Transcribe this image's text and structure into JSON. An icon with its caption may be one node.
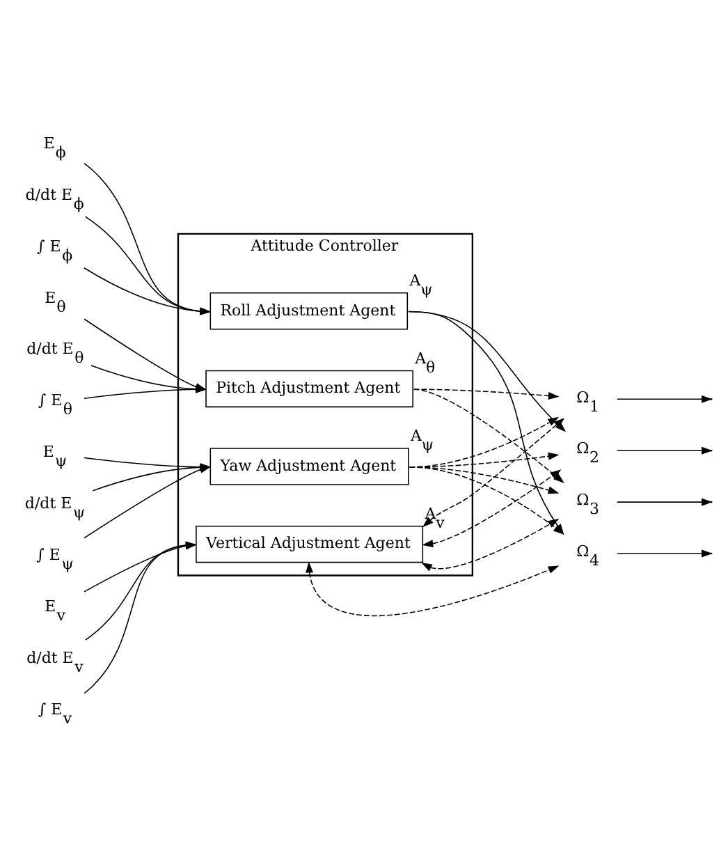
{
  "diagram": {
    "nodes": [
      {
        "text": [
          "Attitude Controller"
        ]
      },
      {
        "text": [
          "Roll Adjustment Agent"
        ],
        "in": 0,
        "beside": [
          "A$_{ψ}$"
        ]
      },
      {
        "text": [
          "Pitch Adjustment Agent"
        ],
        "in": 0,
        "beside": [
          "A$_{θ}$"
        ]
      },
      {
        "text": [
          "Yaw Adjustment Agent"
        ],
        "in": 0,
        "beside": [
          "A$_{ψ}$"
        ]
      },
      {
        "text": [
          "Vertical Adjustment Agent"
        ],
        "in": 0,
        "beside": [
          "A$_{v}$"
        ]
      },
      {
        "text": [
          "E$_{ϕ}$"
        ]
      },
      {
        "text": [
          "d/dt E$_{ϕ}$"
        ]
      },
      {
        "text": [
          "∫ E$_{ϕ}$"
        ]
      },
      {
        "text": [
          "E$_{θ}$"
        ]
      },
      {
        "text": [
          "d/dt E$_{θ}$"
        ]
      },
      {
        "text": [
          "∫ E$_{θ}$"
        ]
      },
      {
        "text": [
          "E$_{ψ}$"
        ]
      },
      {
        "text": [
          "d/dt E$_{ψ}$"
        ]
      },
      {
        "text": [
          "∫ E$_{ψ}$"
        ]
      },
      {
        "text": [
          "E$_{v}$"
        ]
      },
      {
        "text": [
          "d/dt E$_{v}$"
        ]
      },
      {
        "text": [
          "∫ E$_{v}$"
        ]
      },
      {
        "text": [
          "Ω$_{1}$"
        ]
      },
      {
        "text": [
          "Ω$_{2}$"
        ]
      },
      {
        "text": [
          "Ω$_{3}$"
        ]
      },
      {
        "text": [
          "Ω$_{4}$"
        ]
      }
    ],
    "edges": [
      {
        "from": 5,
        "to": 1,
        "arrow": "to"
      },
      {
        "from": 6,
        "to": 1,
        "arrow": "to"
      },
      {
        "from": 7,
        "to": 1,
        "arrow": "to"
      },
      {
        "from": 8,
        "to": 2,
        "arrow": "to"
      },
      {
        "from": 9,
        "to": 2,
        "arrow": "to"
      },
      {
        "from": 10,
        "to": 2,
        "arrow": "to"
      },
      {
        "from": 11,
        "to": 3,
        "arrow": "to"
      },
      {
        "from": 12,
        "to": 3,
        "arrow": "to"
      },
      {
        "from": 13,
        "to": 3,
        "arrow": "to"
      },
      {
        "from": 14,
        "to": 4,
        "arrow": "to"
      },
      {
        "from": 15,
        "to": 4,
        "arrow": "to"
      },
      {
        "from": 16,
        "to": 4,
        "arrow": "to"
      },
      {
        "from": 1,
        "to": 18,
        "arrow": "to"
      },
      {
        "from": 1,
        "to": 20,
        "arrow": "to"
      },
      {
        "from": 2,
        "to": 17,
        "arrow": "to",
        "style": "dashed"
      },
      {
        "from": 2,
        "to": 19,
        "arrow": "to",
        "style": "dashed"
      },
      {
        "from": 3,
        "to": 17,
        "arrow": "to",
        "style": "dashed"
      },
      {
        "from": 3,
        "to": 18,
        "arrow": "to",
        "style": "dashed"
      },
      {
        "from": 3,
        "to": 19,
        "arrow": "to",
        "style": "dashed"
      },
      {
        "from": 3,
        "to": 20,
        "arrow": "to",
        "style": "dashed"
      },
      {
        "from": 4,
        "to": 17,
        "arrow": "both",
        "style": "dashed"
      },
      {
        "from": 4,
        "to": 18,
        "arrow": "both",
        "style": "dashed"
      },
      {
        "from": 4,
        "to": 19,
        "arrow": "both",
        "style": "dashed"
      },
      {
        "from": 4,
        "to": 20,
        "arrow": "both",
        "style": "dashed"
      },
      {
        "from": 17,
        "to": null,
        "arrow": "to"
      },
      {
        "from": 18,
        "to": null,
        "arrow": "to"
      },
      {
        "from": 19,
        "to": null,
        "arrow": "to"
      },
      {
        "from": 20,
        "to": null,
        "arrow": "to"
      }
    ]
  }
}
